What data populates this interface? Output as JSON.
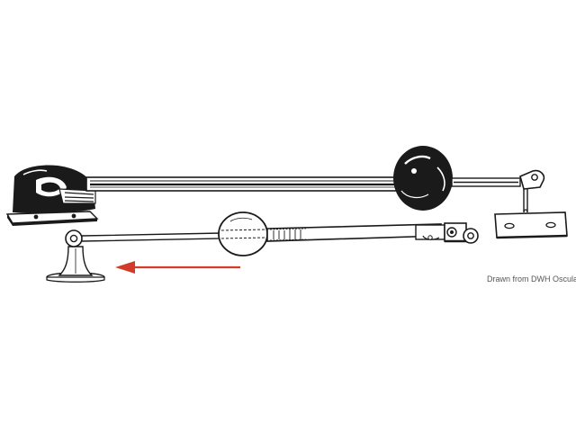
{
  "credit": {
    "text": "Drawn from DWH Osculati SpA"
  },
  "colors": {
    "arrow": "#d23b2a",
    "ink": "#1a1a1a",
    "background": "#ffffff"
  },
  "illustration": {
    "subject": "telescopic stay",
    "arrow_direction": "left"
  }
}
